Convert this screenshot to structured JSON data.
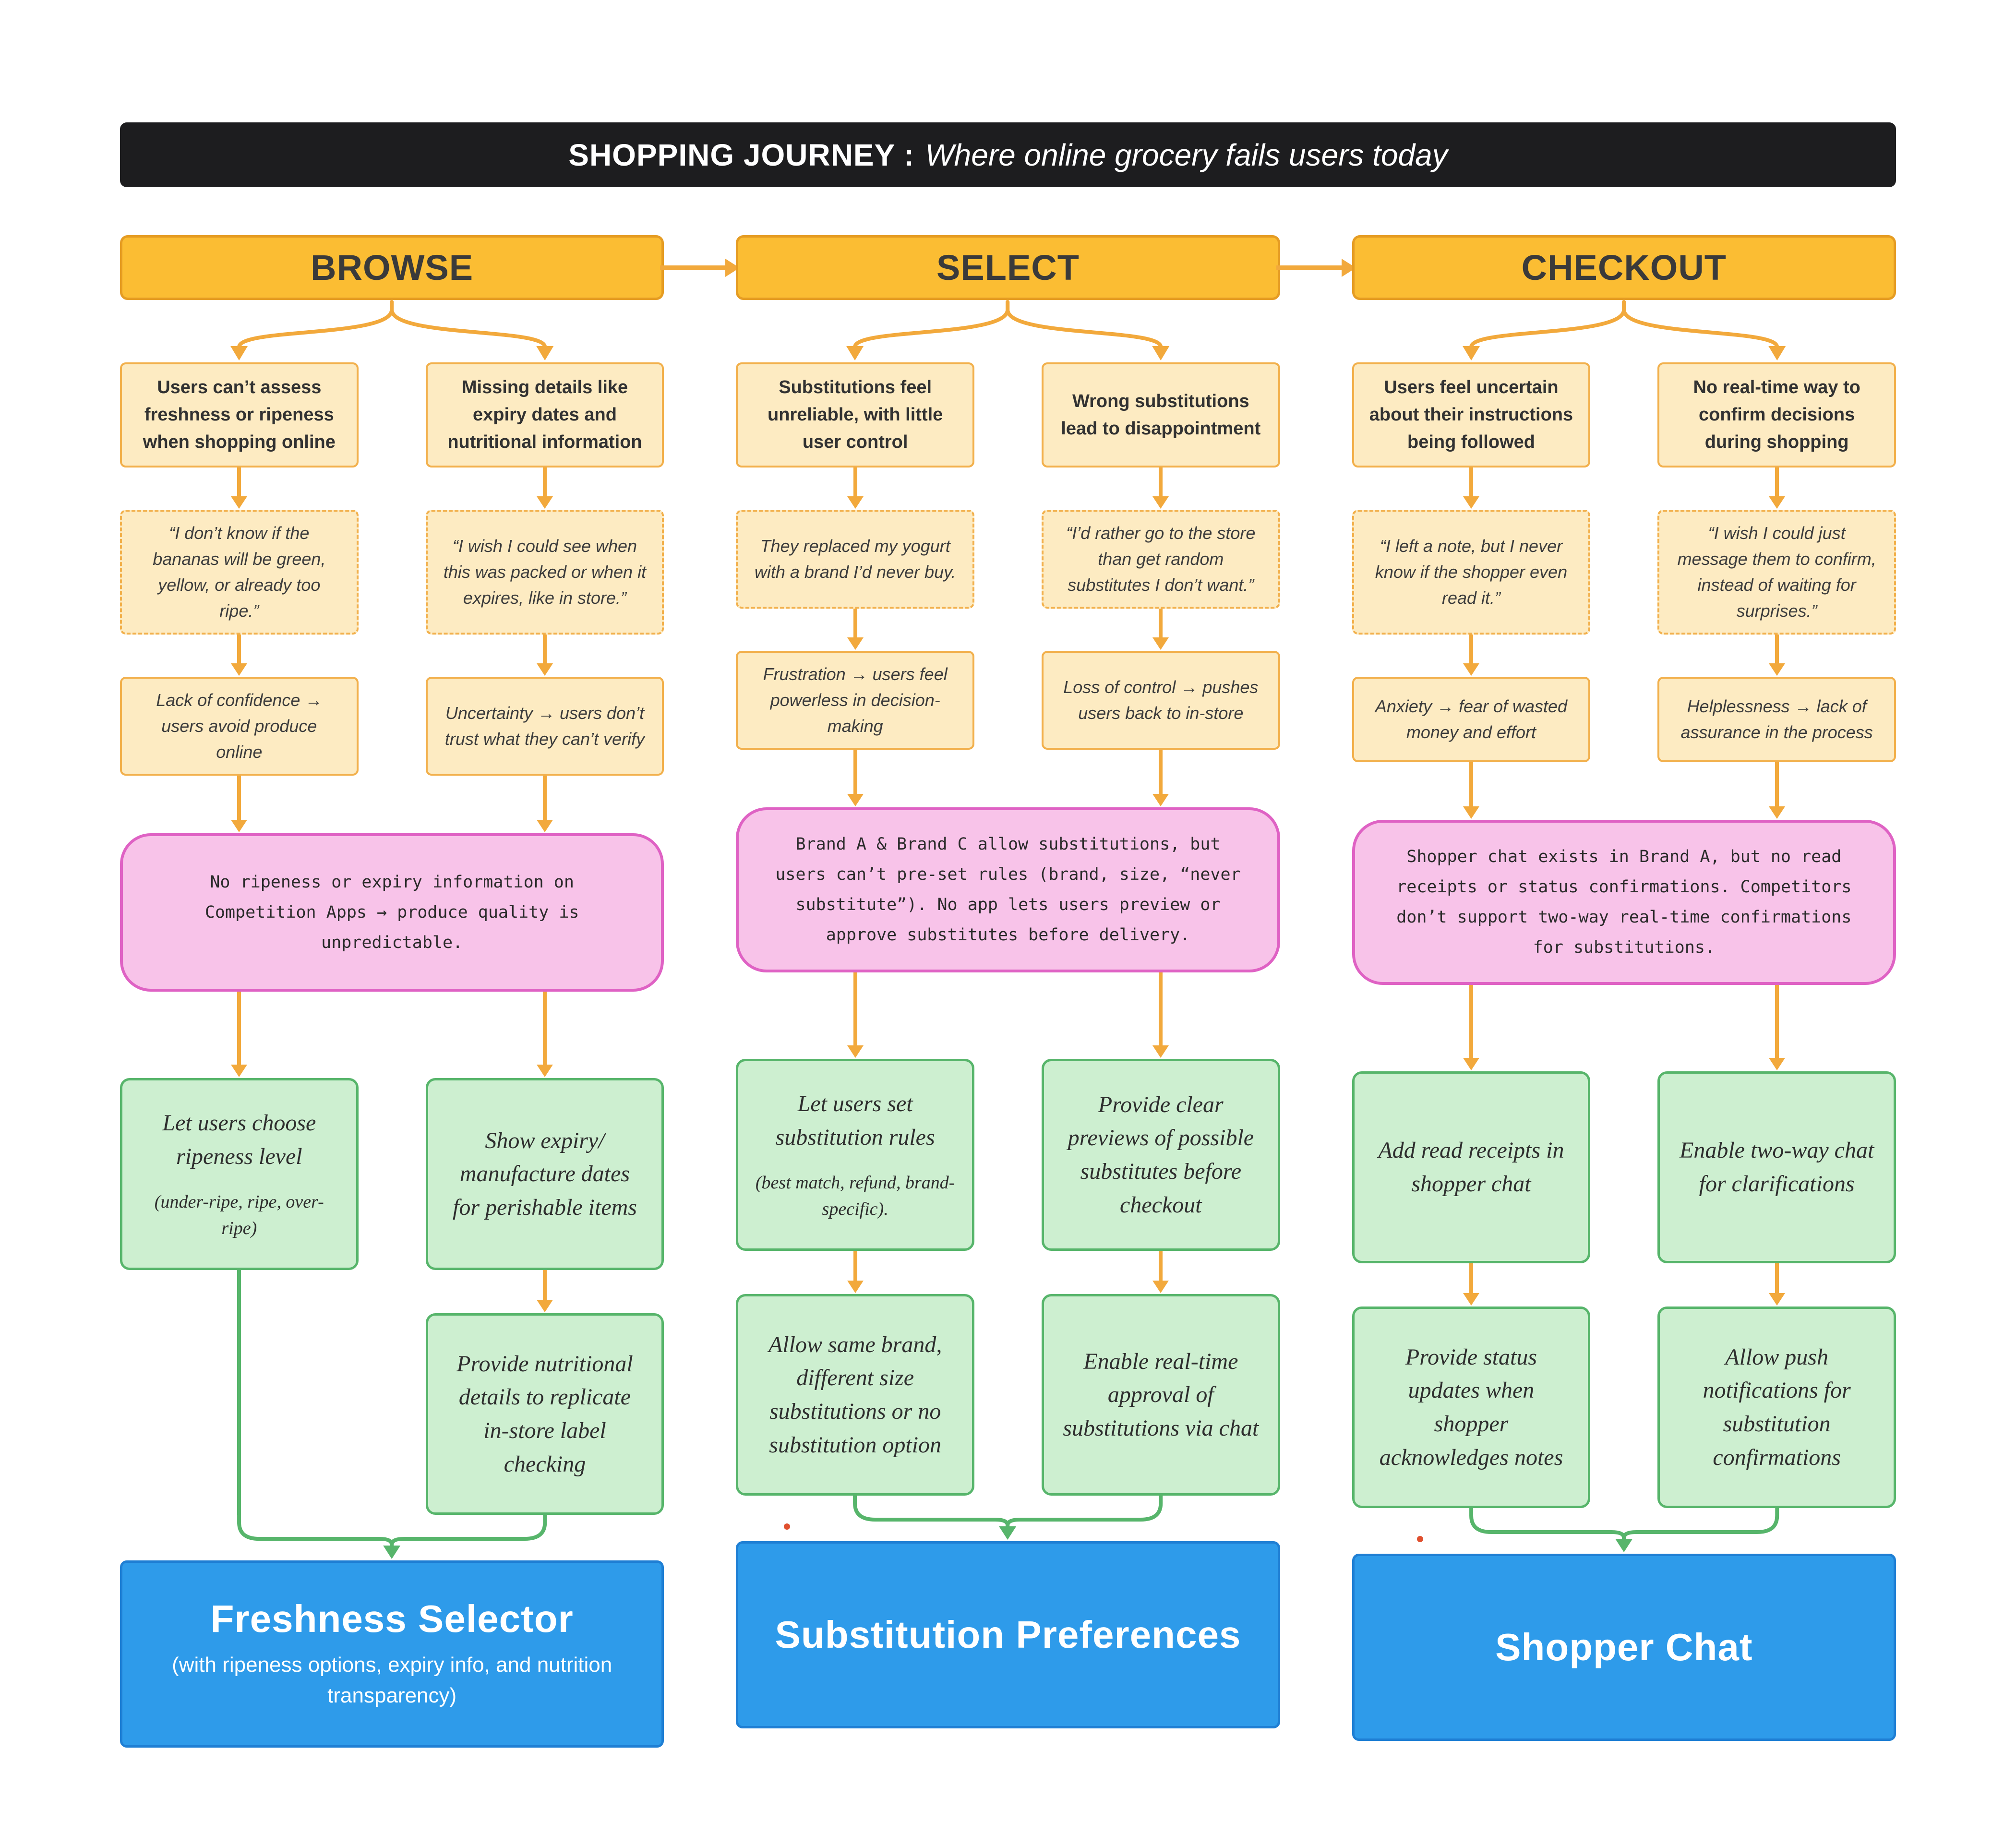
{
  "palette": {
    "title_bar_bg": "#1D1D1F",
    "stage_fill": "#FBBD33",
    "stage_border": "#E59C23",
    "card_fill": "#FDEBC2",
    "card_border": "#F2B04C",
    "arrow_orange": "#F2A93C",
    "insight_fill": "#F8C3E9",
    "insight_border": "#DF62C4",
    "solution_fill": "#CDEFD0",
    "solution_border": "#57B56B",
    "feature_fill": "#2E9BEA",
    "feature_border": "#1F7FD4",
    "text_dark": "#333333",
    "feature_text": "#FFFFFF"
  },
  "title": {
    "bold": "SHOPPING JOURNEY :",
    "italic": "Where online grocery fails users today"
  },
  "columns": [
    {
      "header": "BROWSE",
      "problems": [
        "Users can’t assess freshness or ripeness when shopping online",
        "Missing details like expiry dates and nutritional information"
      ],
      "quotes": [
        "“I don’t know if the bananas will be green, yellow, or already too ripe.”",
        "“I wish I could see when this was packed or when it expires, like in store.”"
      ],
      "consequences": [
        "Lack of confidence → users avoid produce online",
        "Uncertainty → users don’t trust what they can’t verify"
      ],
      "insight": "No ripeness or expiry information on Competition Apps → produce quality is unpredictable.",
      "solutions": {
        "left": [
          {
            "text": "Let users choose ripeness level",
            "sub": "(under-ripe, ripe, over-ripe)"
          }
        ],
        "right": [
          {
            "text": "Show expiry/ manufacture dates for perishable items"
          },
          {
            "text": "Provide nutritional details to replicate in-store label checking"
          }
        ]
      },
      "feature": {
        "title": "Freshness Selector",
        "subtitle": "(with ripeness options, expiry info, and nutrition transparency)"
      }
    },
    {
      "header": "SELECT",
      "problems": [
        "Substitutions feel unreliable, with little user control",
        "Wrong substitutions lead to disappointment"
      ],
      "quotes": [
        "They replaced my yogurt with a brand I’d never buy.",
        "“I’d rather go to the store than get random substitutes I don’t want.”"
      ],
      "consequences": [
        "Frustration → users feel powerless in decision-making",
        "Loss of control → pushes users back to in-store"
      ],
      "insight": "Brand A & Brand C allow substitutions, but users can’t pre-set rules (brand, size, “never substitute”). No app lets users preview or approve substitutes before delivery.",
      "solutions": {
        "left": [
          {
            "text": "Let users set substitution rules",
            "sub": "(best match, refund, brand-specific)."
          },
          {
            "text": "Allow same brand, different size substitutions or no substitution option"
          }
        ],
        "right": [
          {
            "text": "Provide clear previews of possible substitutes before checkout"
          },
          {
            "text": "Enable real-time approval of substitutions via chat"
          }
        ]
      },
      "feature": {
        "title": "Substitution Preferences"
      }
    },
    {
      "header": "CHECKOUT",
      "problems": [
        "Users feel uncertain about their instructions being followed",
        "No real-time way to confirm decisions during shopping"
      ],
      "quotes": [
        "“I left a note, but I never know if the shopper even read it.”",
        "“I wish I could just message them to confirm, instead of waiting for surprises.”"
      ],
      "consequences": [
        "Anxiety → fear of wasted money and effort",
        "Helplessness → lack of assurance in the process"
      ],
      "insight": "Shopper chat exists in Brand A, but no read receipts or status confirmations. Competitors don’t support two-way real-time confirmations for substitutions.",
      "solutions": {
        "left": [
          {
            "text": "Add read receipts in shopper chat"
          },
          {
            "text": "Provide status updates when shopper acknowledges notes"
          }
        ],
        "right": [
          {
            "text": "Enable two-way chat for clarifications"
          },
          {
            "text": "Allow push notifications for substitution confirmations"
          }
        ]
      },
      "feature": {
        "title": "Shopper Chat"
      }
    }
  ]
}
